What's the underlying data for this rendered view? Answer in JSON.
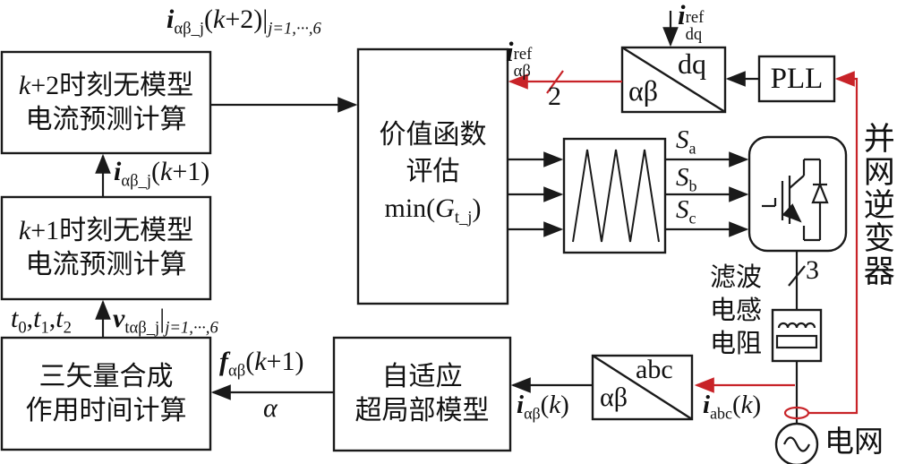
{
  "colors": {
    "line_black": "#1a1a1a",
    "signal_red": "#c82328",
    "background": "#ffffff"
  },
  "boxes": {
    "k2_predict": {
      "line1": [
        {
          "t": "k",
          "s": "i"
        },
        {
          "t": "+2时刻无模型",
          "s": "r"
        }
      ],
      "line2": [
        {
          "t": "电流预测计算",
          "s": "r"
        }
      ]
    },
    "k1_predict": {
      "line1": [
        {
          "t": "k",
          "s": "i"
        },
        {
          "t": "+1时刻无模型",
          "s": "r"
        }
      ],
      "line2": [
        {
          "t": "电流预测计算",
          "s": "r"
        }
      ]
    },
    "vector_time": {
      "line1": [
        {
          "t": "三矢量合成",
          "s": "r"
        }
      ],
      "line2": [
        {
          "t": "作用时间计算",
          "s": "r"
        }
      ]
    },
    "cost_function": {
      "line1": [
        {
          "t": "价值函数",
          "s": "r"
        }
      ],
      "line2": [
        {
          "t": "评估",
          "s": "r"
        }
      ],
      "line3": [
        {
          "t": "min(",
          "s": "r"
        },
        {
          "t": "G",
          "s": "i"
        },
        {
          "t": "t_j",
          "s": "sub"
        },
        {
          "t": ")",
          "s": "r"
        }
      ]
    },
    "adaptive_model": {
      "line1": [
        {
          "t": "自适应",
          "s": "r"
        }
      ],
      "line2": [
        {
          "t": "超局部模型",
          "s": "r"
        }
      ]
    },
    "pll": {
      "label": "PLL"
    },
    "dq_ab_transform": {
      "top": "dq",
      "bottom": "αβ"
    },
    "abc_ab_transform": {
      "top": "abc",
      "bottom": "αβ"
    }
  },
  "signals": {
    "i_ab_j_k2": [
      {
        "t": "i",
        "s": "bi"
      },
      {
        "t": "αβ_j",
        "s": "sub"
      },
      {
        "t": "(",
        "s": "r"
      },
      {
        "t": "k",
        "s": "i"
      },
      {
        "t": "+2)|",
        "s": "r"
      },
      {
        "t": "j=1,···,6",
        "s": "subi"
      }
    ],
    "i_ab_j_k1": [
      {
        "t": "i",
        "s": "bi"
      },
      {
        "t": "αβ_j",
        "s": "sub"
      },
      {
        "t": "(",
        "s": "r"
      },
      {
        "t": "k",
        "s": "i"
      },
      {
        "t": "+1)",
        "s": "r"
      }
    ],
    "t012": [
      {
        "t": "t",
        "s": "i"
      },
      {
        "t": "0",
        "s": "sub"
      },
      {
        "t": ",",
        "s": "r"
      },
      {
        "t": "t",
        "s": "i"
      },
      {
        "t": "1",
        "s": "sub"
      },
      {
        "t": ",",
        "s": "r"
      },
      {
        "t": "t",
        "s": "i"
      },
      {
        "t": "2",
        "s": "sub"
      }
    ],
    "v_tab_j": [
      {
        "t": "v",
        "s": "bi"
      },
      {
        "t": "tαβ_j",
        "s": "sub"
      },
      {
        "t": "|",
        "s": "r"
      },
      {
        "t": "j=1,···,6",
        "s": "subi"
      }
    ],
    "f_ab_k1": [
      {
        "t": "f",
        "s": "bi"
      },
      {
        "t": "αβ",
        "s": "sub"
      },
      {
        "t": "(",
        "s": "r"
      },
      {
        "t": "k",
        "s": "i"
      },
      {
        "t": "+1)",
        "s": "r"
      }
    ],
    "alpha": [
      {
        "t": "α",
        "s": "i"
      }
    ],
    "i_ab_ref": [
      {
        "t": "i",
        "s": "bi"
      },
      {
        "s": "stack",
        "sup": "ref",
        "sub": "αβ"
      }
    ],
    "i_dq_ref": [
      {
        "t": "i",
        "s": "bi"
      },
      {
        "s": "stack",
        "sup": "ref",
        "sub": "dq"
      }
    ],
    "s_a": [
      {
        "t": "S",
        "s": "i"
      },
      {
        "t": "a",
        "s": "sub"
      }
    ],
    "s_b": [
      {
        "t": "S",
        "s": "i"
      },
      {
        "t": "b",
        "s": "sub"
      }
    ],
    "s_c": [
      {
        "t": "S",
        "s": "i"
      },
      {
        "t": "c",
        "s": "sub"
      }
    ],
    "i_ab_k": [
      {
        "t": "i",
        "s": "bi"
      },
      {
        "t": "αβ",
        "s": "sub"
      },
      {
        "t": "(",
        "s": "r"
      },
      {
        "t": "k",
        "s": "i"
      },
      {
        "t": ")",
        "s": "r"
      }
    ],
    "i_abc_k": [
      {
        "t": "i",
        "s": "bi"
      },
      {
        "t": "abc",
        "s": "sub"
      },
      {
        "t": "(",
        "s": "r"
      },
      {
        "t": "k",
        "s": "i"
      },
      {
        "t": ")",
        "s": "r"
      }
    ],
    "bus_width_2": "2",
    "bus_width_3": "3"
  },
  "annotations": {
    "filter_lines": [
      "滤波",
      "电感",
      "电阻"
    ],
    "inverter_side_text": "并网逆变器",
    "grid_label": "电网"
  }
}
